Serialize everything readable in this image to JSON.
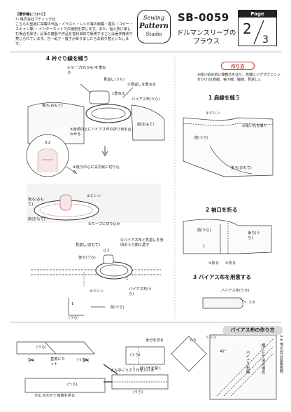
{
  "header": {
    "copyright_heading": "【著作権について】",
    "copyright_company": "© 株式会社ブティック社",
    "copyright_body": "こちらの型紙に掲載の作品・イラスト・レシピ等の転載・複写（コピー・スキャン等）・インターネットでの使用を禁じます。また、個人所に楽しむ場合を除き、記事の複製や作品を営利目的で販売することは著作権法で禁じられています。万一乱丁・落丁がありましたらお取り替えいたします。",
    "logo_line1": "Sewing",
    "logo_line2": "Pattern",
    "logo_line3": "Studio",
    "pattern_code": "SB-0059",
    "title": "ドルマンスリーブのブラウス",
    "page_label": "Page",
    "page_number": "2",
    "page_total": "3"
  },
  "section4": {
    "heading": "4 衿ぐり線を縫う",
    "labels": {
      "loop_overlap": "①ループ(丸ひも)を重ねる",
      "mihikae": "見返し(うら)",
      "mihikae_fold": "②見返しを重ねる",
      "back_omote": "後ろ(おもて)",
      "one_cm": "1重ねる",
      "bias_cloth": "バイアス布(うら)",
      "fold_together": "③身頃の上にバイアス布の折り目を合わせる",
      "front_omote": "前(おもて)",
      "dim_02": "0.2",
      "cut_notch": "④後ろ中心に矢羽状に切り込み",
      "stitch": "②ミシン",
      "back_omote2": "後ろ(おもて)",
      "front_omote2": "前(おもて)",
      "curve_cut": "③カーブに切り込み",
      "mihikae_omote": "見返し(おもて)",
      "bias_fold": "①バイアス布と見返しを身頃のうら側に返す",
      "back_ura": "後ろ(うら)",
      "dim_02b": "0.2",
      "one": "1",
      "stitch2": "②ミシン",
      "bias_ura": "バイアス布(うら)",
      "front_ura": "前(うら)",
      "one_b": "1",
      "ura_small": "(うら)"
    }
  },
  "method": {
    "badge": "作り方",
    "note": "※縫い始め前に接着芯をはり、布端にジグザグミシンをかける(肩線、袖下線、脇線、見返し)。",
    "step1": "1 肩線を縫う",
    "step1_stitch": "①ミシン",
    "step1_seam": "②縫い代を開く",
    "step1_front": "前(うら)",
    "step1_back": "後ろ(おもて)",
    "step2": "2 袖口を折る",
    "step2_front": "前(うら)",
    "step2_back": "後ろ(うら)",
    "step2_one": "1",
    "step2_fold1": "①折る",
    "step2_fold2": "②折る",
    "step3": "3 バイアス布を用意する",
    "step3_bias": "バイアス布(うら)",
    "step3_dim": "2.6"
  },
  "bias": {
    "badge": "バイアス布の作り方",
    "dim_05": "0.5",
    "stitch": "ミシン",
    "cut_extra": "余分を切る",
    "ura1": "(うら)",
    "seam_open": "縫い代を開く",
    "one": "1",
    "corner_cut": "直角にカット",
    "ura2": "(うら)",
    "ura3": "(うら)",
    "mark_line": "印に合わせて両端を折る",
    "center_line": "まん中にうすく印を入れる",
    "ura4": "(うら)",
    "ura5": "(うら)",
    "dim_45": "45°",
    "bias_grain": "バイアス布幅",
    "grain_note": "横にたて地の場合",
    "side_note": "2.6 地の目は型紙参照"
  }
}
